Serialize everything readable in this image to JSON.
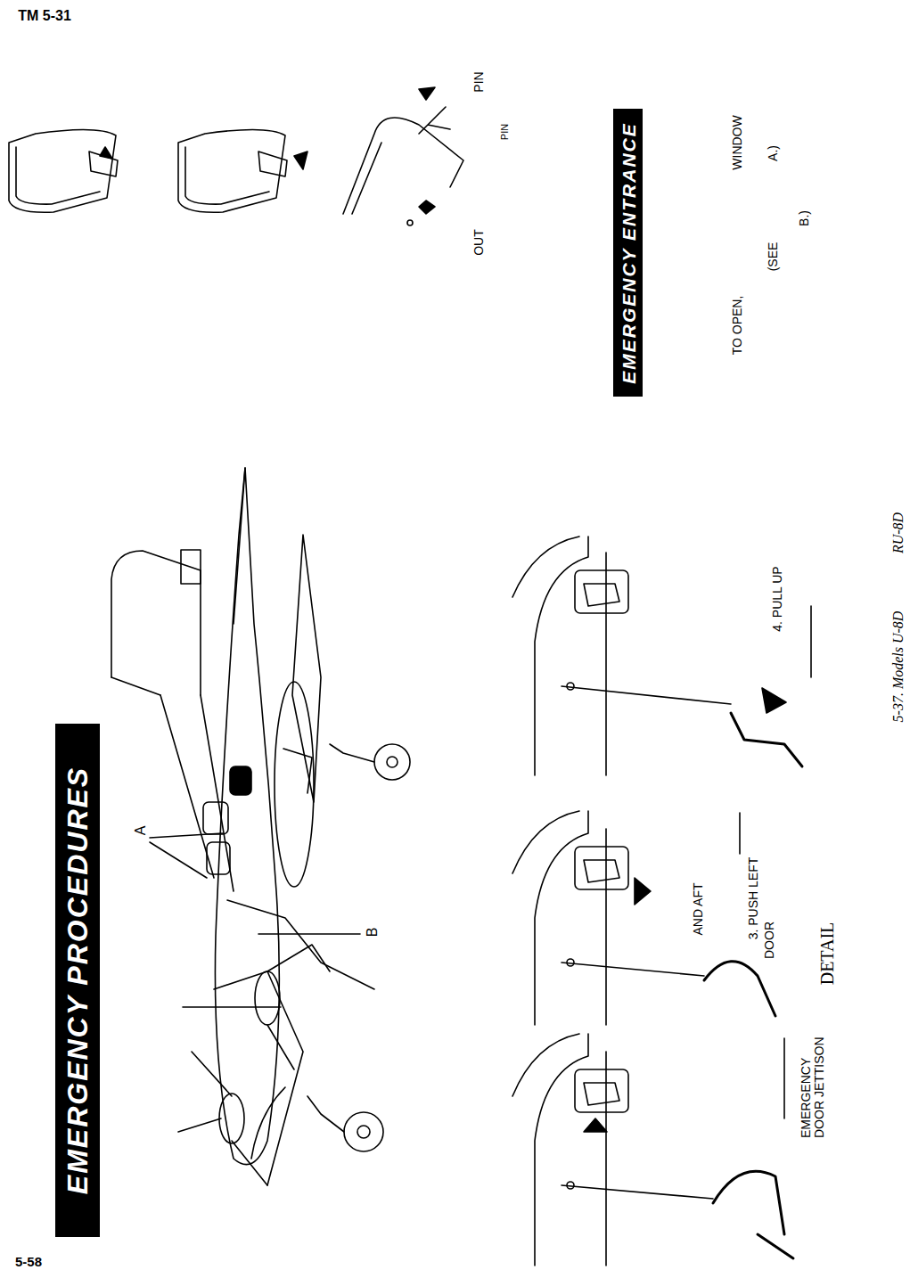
{
  "diagram": {
    "caption": "5-37. Models U-8D",
    "nodes": [
      {
        "text": [
          "EMERGENCY PROCEDURES"
        ]
      },
      {
        "text": [
          "EMERGENCY ENTRANCE"
        ]
      }
    ],
    "labels": [
      "TM 5-31",
      "A",
      "B",
      "EMERGENCY DOOR JETTISON",
      "DETAIL",
      "AND AFT",
      "3. PUSH LEFT",
      "DOOR",
      "4. PULL UP",
      "PIN",
      "PIN",
      "OUT",
      "TO OPEN,",
      "WINDOW",
      "(SEE",
      "A.)",
      "B.)",
      "RU-8D",
      "5-58"
    ]
  }
}
